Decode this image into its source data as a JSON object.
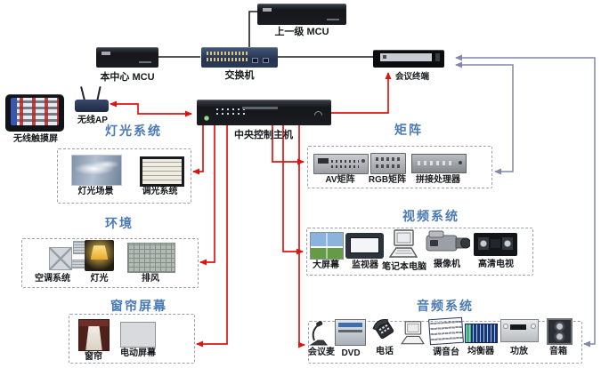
{
  "colors": {
    "line_red": "#dd1510",
    "line_purple": "#8487ad",
    "line_black": "#1c1c1c",
    "dashed_border": "#9aa1a8",
    "section_title_blue": "#4a7ab5",
    "device_label": "#17191c"
  },
  "nodes": {
    "upper_mcu": {
      "label": "上一级 MCU",
      "icon": "rack-device"
    },
    "center_mcu": {
      "label": "本中心 MCU",
      "icon": "rack-device"
    },
    "switch": {
      "label": "交换机",
      "icon": "network-switch"
    },
    "terminal": {
      "label": "会议终端",
      "icon": "conference-terminal"
    },
    "touch_screen": {
      "label": "无线触摸屏",
      "icon": "wireless-touch-panel"
    },
    "wireless_ap": {
      "label": "无线AP",
      "icon": "wireless-access-point"
    },
    "central_host": {
      "label": "中央控制主机",
      "icon": "central-control-host"
    }
  },
  "sections": {
    "lighting": {
      "title": "灯光系统",
      "items": [
        {
          "label": "灯光场景",
          "icon": "lighting-scene"
        },
        {
          "label": "调光系统",
          "icon": "dimmer-panel"
        }
      ]
    },
    "matrix": {
      "title": "矩阵",
      "items": [
        {
          "label": "AV矩阵",
          "icon": "av-matrix"
        },
        {
          "label": "RGB矩阵",
          "icon": "rgb-matrix"
        },
        {
          "label": "拼接处理器",
          "icon": "videowall-processor"
        }
      ]
    },
    "environment": {
      "title": "环境",
      "items": [
        {
          "label": "空调系统",
          "icon": "air-conditioner"
        },
        {
          "label": "灯光",
          "icon": "lamp"
        },
        {
          "label": "排风",
          "icon": "exhaust-fan"
        }
      ]
    },
    "curtain": {
      "title": "窗帘屏幕",
      "items": [
        {
          "label": "窗帘",
          "icon": "curtain"
        },
        {
          "label": "电动屏幕",
          "icon": "motorized-screen"
        }
      ]
    },
    "video": {
      "title": "视频系统",
      "items": [
        {
          "label": "大屏幕",
          "icon": "video-wall"
        },
        {
          "label": "监视器",
          "icon": "monitor"
        },
        {
          "label": "笔记本电脑",
          "icon": "laptop"
        },
        {
          "label": "摄像机",
          "icon": "camcorder"
        },
        {
          "label": "高清电视",
          "icon": "hdtv"
        }
      ]
    },
    "audio": {
      "title": "音频系统",
      "items": [
        {
          "label": "会议麦",
          "icon": "conference-mic"
        },
        {
          "label": "DVD",
          "icon": "dvd-player"
        },
        {
          "label": "电话",
          "icon": "telephone"
        },
        {
          "label": "",
          "icon": "laptop"
        },
        {
          "label": "调音台",
          "icon": "mixing-console"
        },
        {
          "label": "均衡器",
          "icon": "equalizer"
        },
        {
          "label": "功放",
          "icon": "power-amplifier"
        },
        {
          "label": "音箱",
          "icon": "speaker"
        }
      ]
    }
  }
}
